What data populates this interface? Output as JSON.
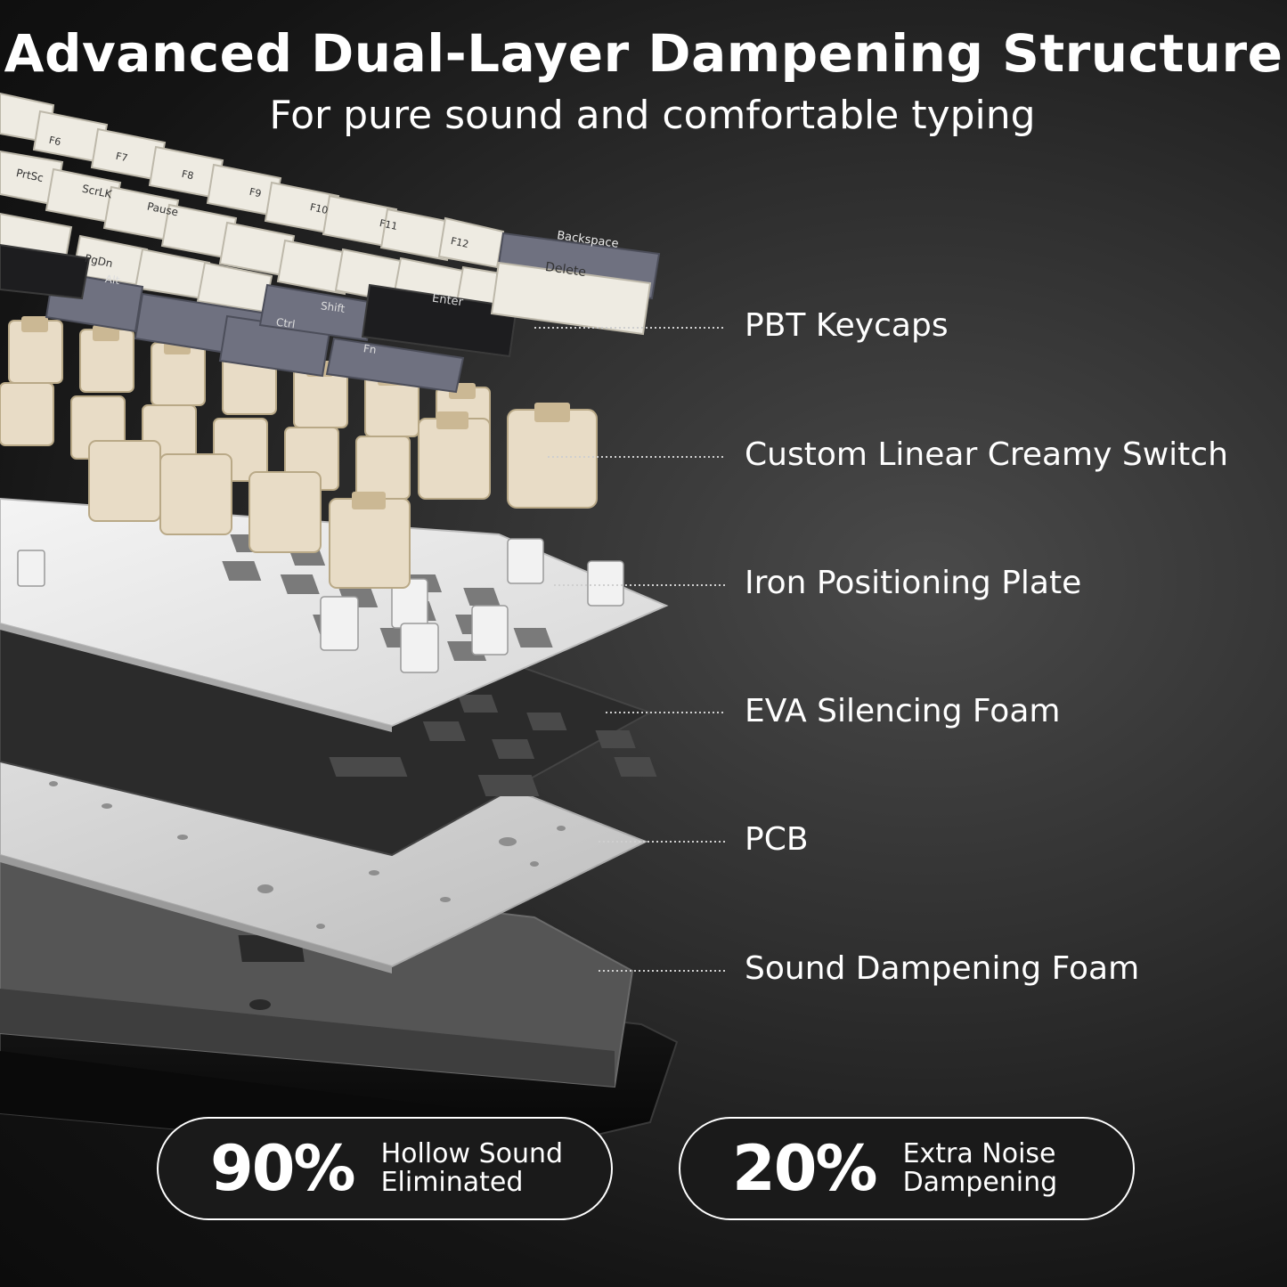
{
  "header": {
    "title": "Advanced Dual-Layer Dampening Structure",
    "subtitle": "For pure sound and comfortable typing"
  },
  "layers": [
    {
      "label": "PBT Keycaps"
    },
    {
      "label": "Custom Linear Creamy Switch"
    },
    {
      "label": "Iron Positioning Plate"
    },
    {
      "label": "EVA Silencing Foam"
    },
    {
      "label": "PCB"
    },
    {
      "label": "Sound Dampening Foam"
    }
  ],
  "keycap_legends": {
    "backspace": "Backspace",
    "delete": "Delete",
    "enter": "Enter",
    "shift": "Shift",
    "ctrl": "Ctrl",
    "fn": "Fn",
    "alt": "Alt",
    "prtsc": "PrtSc",
    "scrlk": "ScrLK",
    "pause": "Pause",
    "pgdn": "PgDn",
    "f6": "F6",
    "f7": "F7",
    "f8": "F8",
    "f9": "F9",
    "f10": "F10",
    "f11": "F11",
    "f12": "F12"
  },
  "stats": [
    {
      "value": "90%",
      "line1": "Hollow Sound",
      "line2": "Eliminated"
    },
    {
      "value": "20%",
      "line1": "Extra Noise",
      "line2": "Dampening"
    }
  ],
  "colors": {
    "keycap_white": "#eeebe2",
    "keycap_gray": "#6f7180",
    "keycap_black": "#1d1d1f",
    "switch_cream": "#e8dcc6",
    "plate": "#e9e9e9",
    "foam_eva": "#2b2b2b",
    "pcb": "#c9c9c9",
    "foam_bottom": "#555555"
  }
}
